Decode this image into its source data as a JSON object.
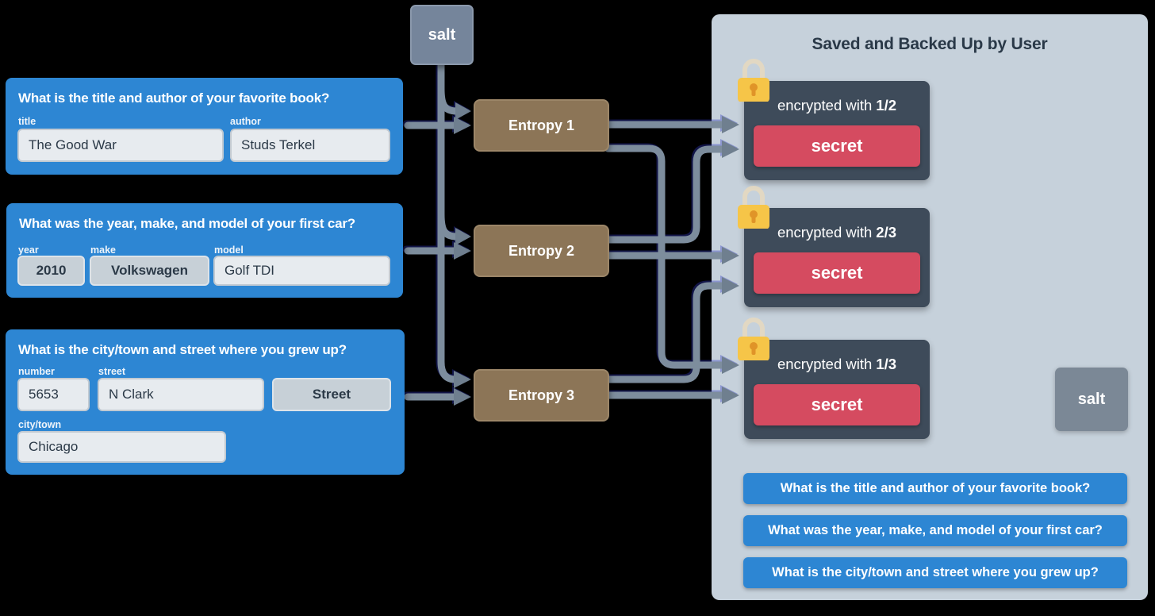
{
  "cards": [
    {
      "question": "What is the title and author of your favorite book?",
      "fields": {
        "title": {
          "label": "title",
          "value": "The Good War"
        },
        "author": {
          "label": "author",
          "value": "Studs Terkel"
        }
      }
    },
    {
      "question": "What was the year, make, and model of your first car?",
      "fields": {
        "year": {
          "label": "year",
          "value": "2010"
        },
        "make": {
          "label": "make",
          "value": "Volkswagen"
        },
        "model": {
          "label": "model",
          "value": "Golf TDI"
        }
      }
    },
    {
      "question": "What is the city/town and street where you grew up?",
      "fields": {
        "number": {
          "label": "number",
          "value": "5653"
        },
        "street": {
          "label": "street",
          "value": "N Clark"
        },
        "street_type": {
          "value": "Street"
        },
        "city": {
          "label": "city/town",
          "value": "Chicago"
        }
      }
    }
  ],
  "salt": {
    "top_label": "salt",
    "panel_label": "salt"
  },
  "entropy_nodes": [
    {
      "label": "Entropy 1"
    },
    {
      "label": "Entropy 2"
    },
    {
      "label": "Entropy 3"
    }
  ],
  "panel": {
    "title": "Saved and Backed Up by User",
    "encrypted_boxes": [
      {
        "prefix": "encrypted with",
        "combo": "1/2",
        "button": "secret"
      },
      {
        "prefix": "encrypted with",
        "combo": "2/3",
        "button": "secret"
      },
      {
        "prefix": "encrypted with",
        "combo": "1/3",
        "button": "secret"
      }
    ],
    "question_buttons": [
      "What is the title and author of your favorite book?",
      "What was the year, make, and model of your first car?",
      "What is the city/town and street where you grew up?"
    ]
  },
  "icons": {
    "lock": "padlock"
  },
  "colors": {
    "card_blue": "#2d86d3",
    "entropy_tan": "#8c7557",
    "panel_gray": "#c6d1db",
    "box_slate": "#3e4b5a",
    "secret_red": "#d54b60",
    "salt_gray_top": "#75859b",
    "salt_gray_panel": "#7b8896",
    "arrow_gray": "#7d8d9d",
    "lock_yellow": "#f6c548"
  }
}
